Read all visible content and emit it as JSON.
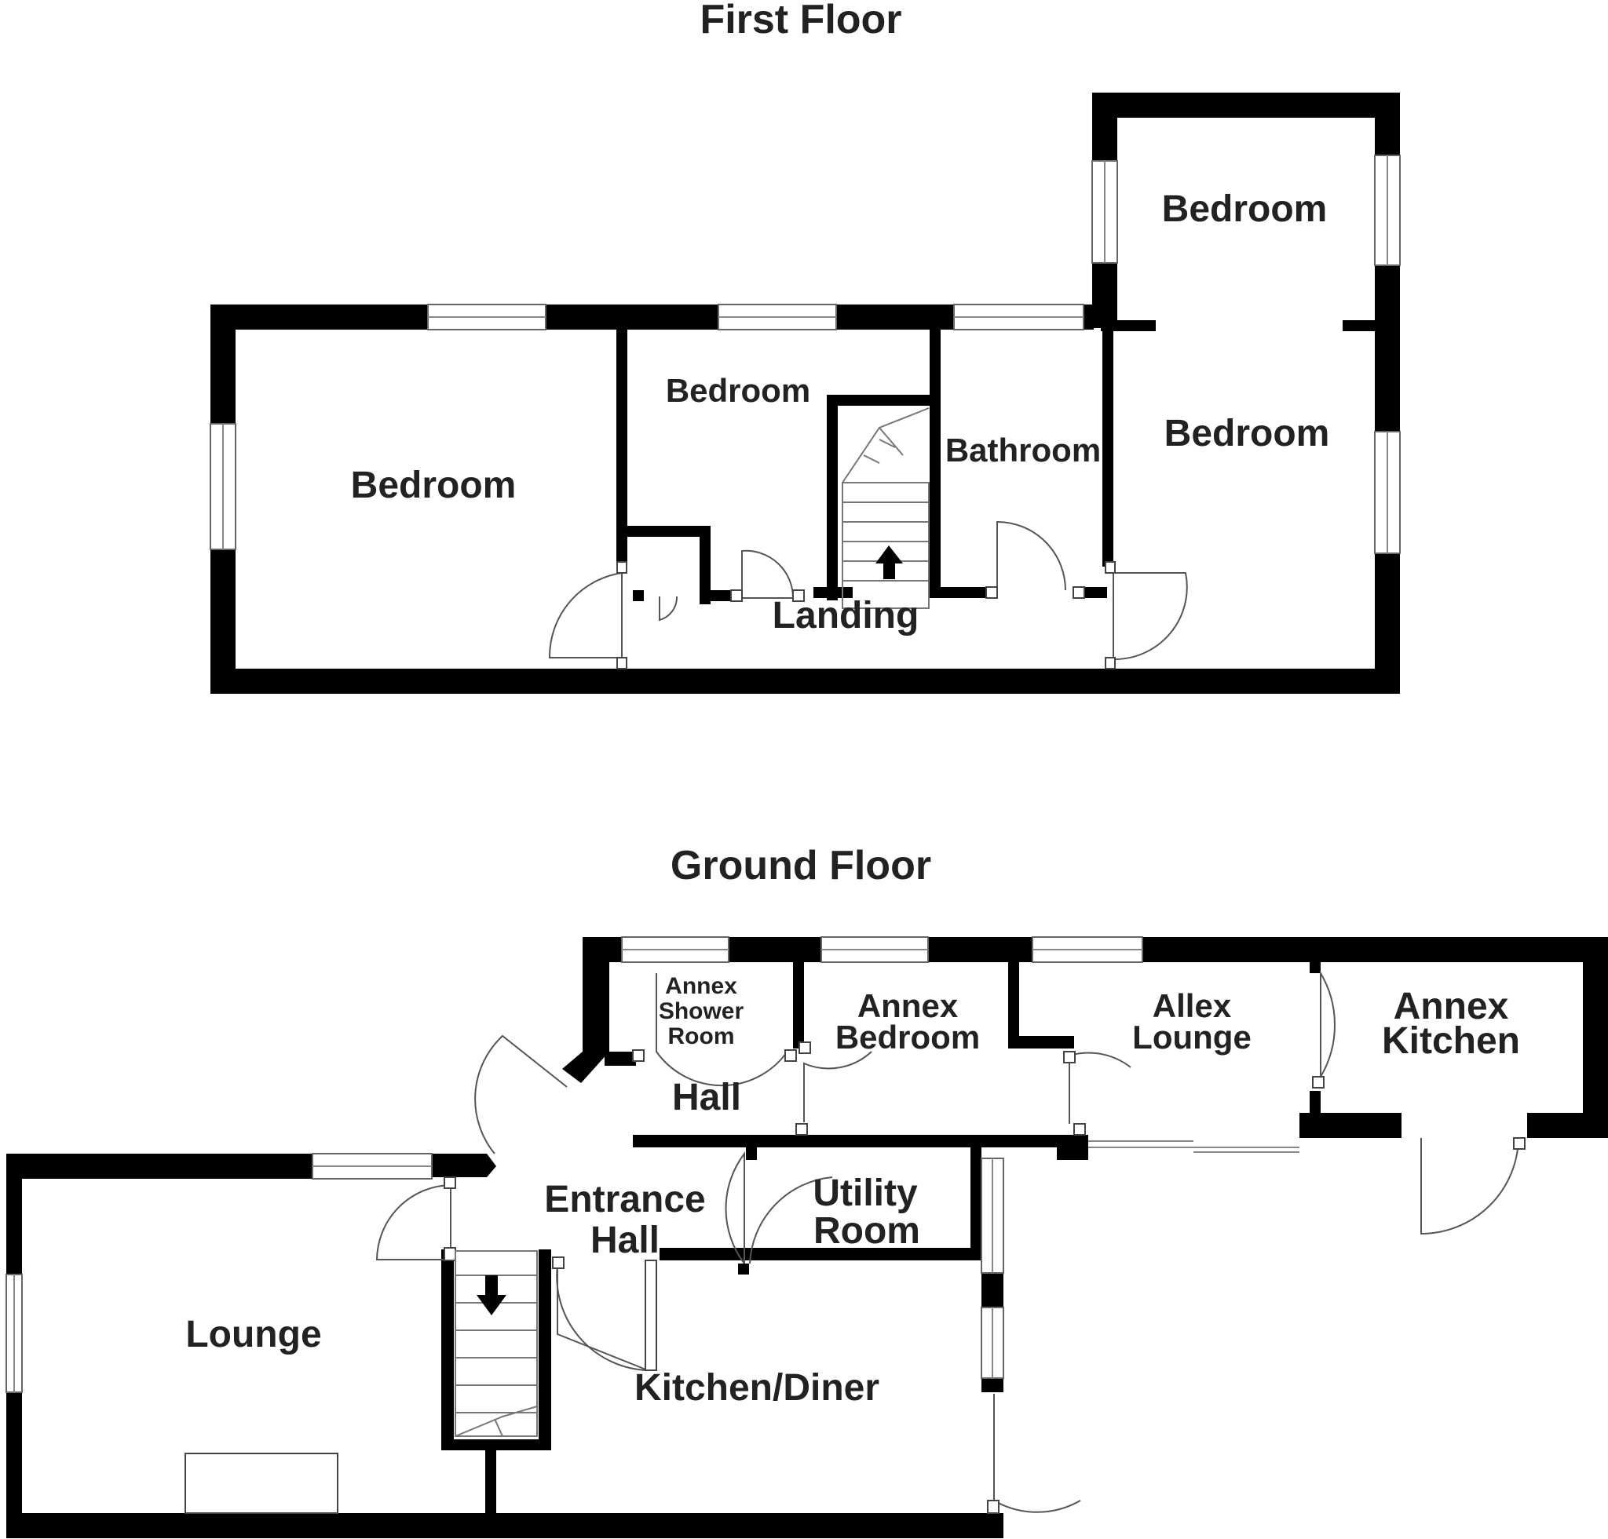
{
  "floors": {
    "first": {
      "title": "First Floor",
      "rooms": {
        "bedroom_1": "Bedroom",
        "bedroom_2": "Bedroom",
        "bathroom": "Bathroom",
        "bedroom_3": "Bedroom",
        "bedroom_4": "Bedroom",
        "landing": "Landing"
      }
    },
    "ground": {
      "title": "Ground Floor",
      "rooms": {
        "annex_shower_room": [
          "Annex",
          "Shower",
          "Room"
        ],
        "annex_bedroom": [
          "Annex",
          "Bedroom"
        ],
        "allex_lounge": [
          "Allex",
          "Lounge"
        ],
        "annex_kitchen": [
          "Annex",
          "Kitchen"
        ],
        "hall": "Hall",
        "entrance_hall": [
          "Entrance",
          "Hall"
        ],
        "utility_room": [
          "Utility",
          "Room"
        ],
        "lounge": "Lounge",
        "kitchen_diner": "Kitchen/Diner"
      }
    }
  },
  "colors": {
    "wall": "#000000",
    "text": "#222222",
    "background": "#ffffff"
  }
}
